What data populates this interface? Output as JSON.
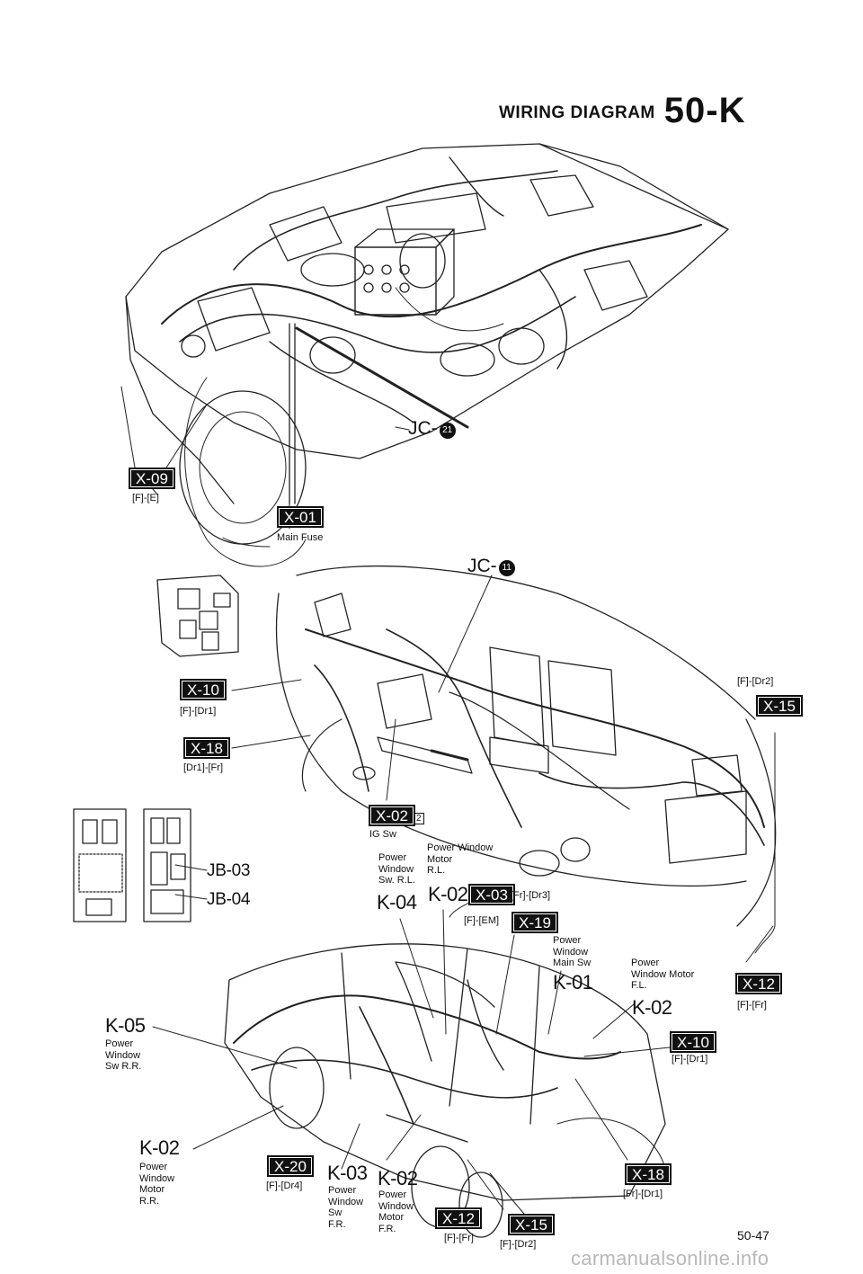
{
  "header": {
    "title": "WIRING DIAGRAM",
    "code": "50-K"
  },
  "badges": {
    "x09_top": "X-09",
    "x01": "X-01",
    "x10_mid": "X-10",
    "x18_mid": "X-18",
    "x02": "X-02",
    "x03": "X-03",
    "x19": "X-19",
    "x15_right": "X-15",
    "x12_right": "X-12",
    "x10_low": "X-10",
    "x20": "X-20",
    "x12_bottom": "X-12",
    "x15_bottom": "X-15",
    "x18_bottom": "X-18"
  },
  "refs": {
    "x09": "[F]-[E]",
    "x10_mid": "[F]-[Dr1]",
    "x18_mid": "[Dr1]-[Fr]",
    "x15_right": "[F]-[Dr2]",
    "x03": "[Fr]-[Dr3]",
    "x19": "[F]-[EM]",
    "x12_right": "[F]-[Fr]",
    "x10_low": "[F]-[Dr1]",
    "x20": "[F]-[Dr4]",
    "x12_bottom": "[F]-[Fr]",
    "x15_bottom": "[F]-[Dr2]",
    "x18_bottom": "[Fr]-[Dr1]"
  },
  "labels": {
    "main_fuse": "Main Fuse",
    "jc21_text": "JC-",
    "jc21_num": "21",
    "jc11_text": "JC-",
    "jc11_num": "11",
    "ig_sw": "IG Sw",
    "x02_tag": "2",
    "jb03": "JB-03",
    "jb04": "JB-04"
  },
  "components": {
    "k04_desc": [
      "Power",
      "Window",
      "Sw. R.L."
    ],
    "k04_code": "K-04",
    "k02_rl_desc": [
      "Power Window",
      "Motor",
      "R.L."
    ],
    "k02_rl_code": "K-02",
    "k01_desc": [
      "Power",
      "Window",
      "Main Sw"
    ],
    "k01_code": "K-01",
    "k02_fl_desc": [
      "Power",
      "Window Motor",
      "F.L."
    ],
    "k02_fl_code": "K-02",
    "k05_code": "K-05",
    "k05_desc": [
      "Power",
      "Window",
      "Sw R.R."
    ],
    "k02_rr_code": "K-02",
    "k02_rr_desc": [
      "Power",
      "Window",
      "Motor",
      "R.R."
    ],
    "k03_code": "K-03",
    "k03_desc": [
      "Power",
      "Window",
      "Sw",
      "F.R."
    ],
    "k02_fr_code": "K-02",
    "k02_fr_desc": [
      "Power",
      "Window",
      "Motor",
      "F.R."
    ]
  },
  "page_number": "50-47",
  "watermark": "carmanualsonline.info"
}
